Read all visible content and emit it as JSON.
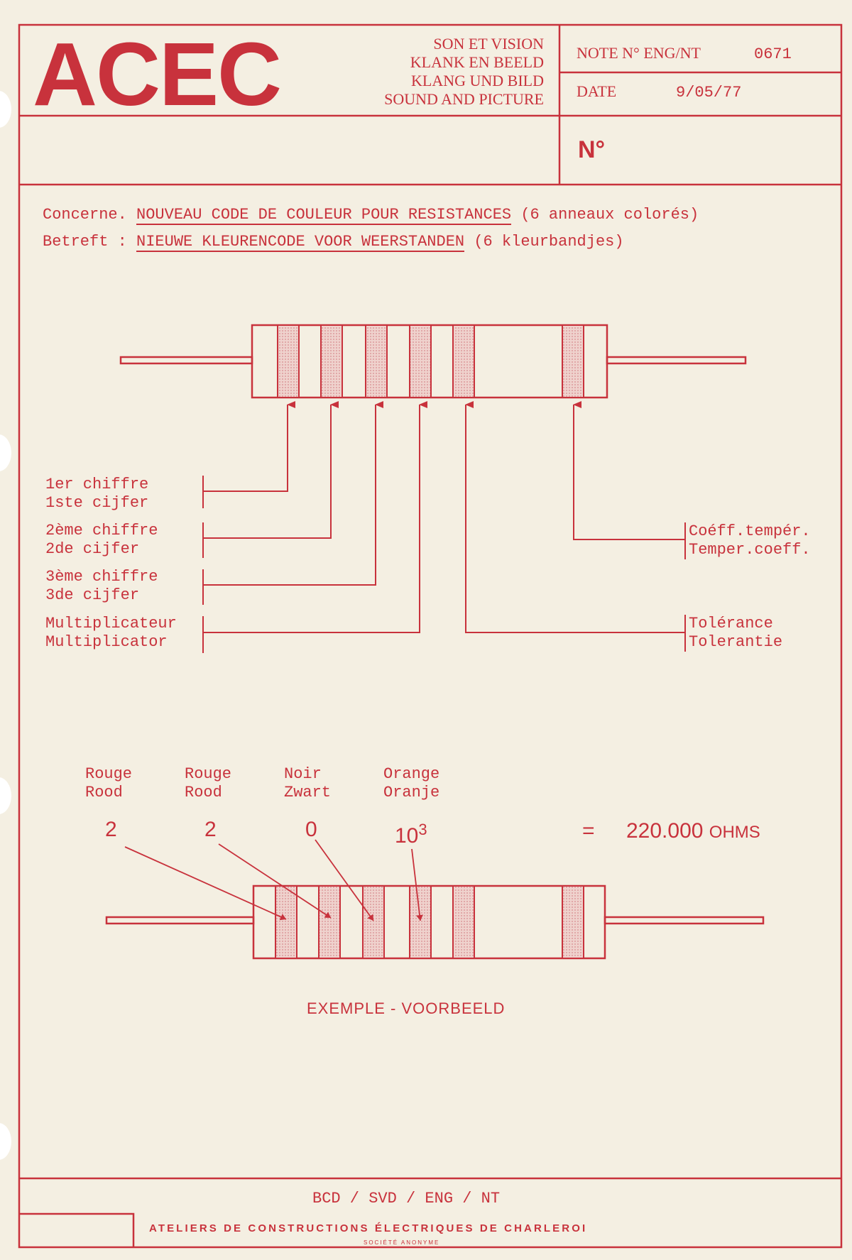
{
  "header": {
    "logo": "ACEC",
    "tagline": [
      "SON ET VISION",
      "KLANK EN BEELD",
      "KLANG UND BILD",
      "SOUND AND PICTURE"
    ],
    "note_label": "NOTE N° ENG/NT",
    "note_number": "0671",
    "date_label": "DATE",
    "date_value": "9/05/77",
    "no_label": "N°"
  },
  "subject": {
    "fr_prefix": "Concerne.",
    "fr_title": "NOUVEAU CODE DE COULEUR POUR RESISTANCES",
    "fr_suffix": "(6 anneaux colorés)",
    "nl_prefix": "Betreft :",
    "nl_title": "NIEUWE KLEURENCODE VOOR WEERSTANDEN",
    "nl_suffix": "(6 kleurbandjes)"
  },
  "diagram": {
    "left_labels": [
      [
        "1er chiffre",
        "1ste cijfer"
      ],
      [
        "2ème chiffre",
        "2de cijfer"
      ],
      [
        "3ème chiffre",
        "3de cijfer"
      ],
      [
        "Multiplicateur",
        "Multiplicator"
      ]
    ],
    "right_labels": [
      [
        "Coéff.tempér.",
        "Temper.coeff."
      ],
      [
        "Tolérance",
        "Tolerantie"
      ]
    ]
  },
  "example": {
    "colors": [
      [
        "Rouge",
        "Rood"
      ],
      [
        "Rouge",
        "Rood"
      ],
      [
        "Noir",
        "Zwart"
      ],
      [
        "Orange",
        "Oranje"
      ]
    ],
    "digits": [
      "2",
      "2",
      "0",
      "10"
    ],
    "exponent": "3",
    "equals": "=",
    "result": "220.000",
    "unit": "OHMS",
    "caption": "EXEMPLE - VOORBEELD"
  },
  "footer": {
    "code": "BCD / SVD / ENG / NT",
    "company": "ATELIERS DE CONSTRUCTIONS ÉLECTRIQUES DE CHARLEROI",
    "legal": "SOCIÉTÉ ANONYME"
  },
  "colors": {
    "ink": "#c8323c",
    "paper": "#f4efe2",
    "band_fill": "#ebc9c4"
  }
}
